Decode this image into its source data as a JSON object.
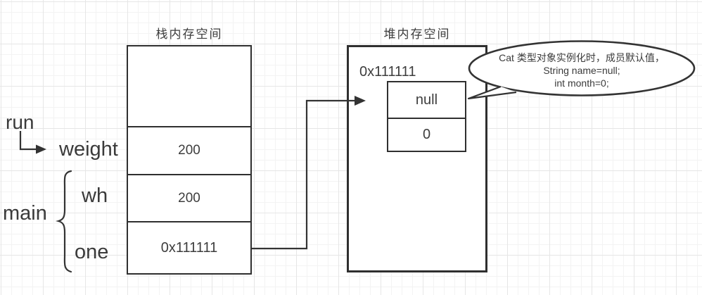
{
  "titles": {
    "stack": "栈内存空间",
    "heap": "堆内存空间"
  },
  "frames": {
    "run_label": "run",
    "main_label": "main"
  },
  "stack": {
    "cells": [
      {
        "name": "",
        "value": ""
      },
      {
        "name": "weight",
        "value": "200"
      },
      {
        "name": "wh",
        "value": "200"
      },
      {
        "name": "one",
        "value": "0x111111"
      }
    ]
  },
  "heap": {
    "address": "0x111111",
    "object": {
      "fields": [
        {
          "value": "null"
        },
        {
          "value": "0"
        }
      ]
    }
  },
  "callout": {
    "lines": [
      "Cat 类型对象实例化时，成员默认值，",
      "String name=null;",
      "int month=0;"
    ]
  },
  "colors": {
    "background": "#ffffff",
    "grid_minor": "#f3f3f3",
    "grid_major": "#e6e6e6",
    "line": "#333333",
    "text": "#3d3d3d"
  }
}
